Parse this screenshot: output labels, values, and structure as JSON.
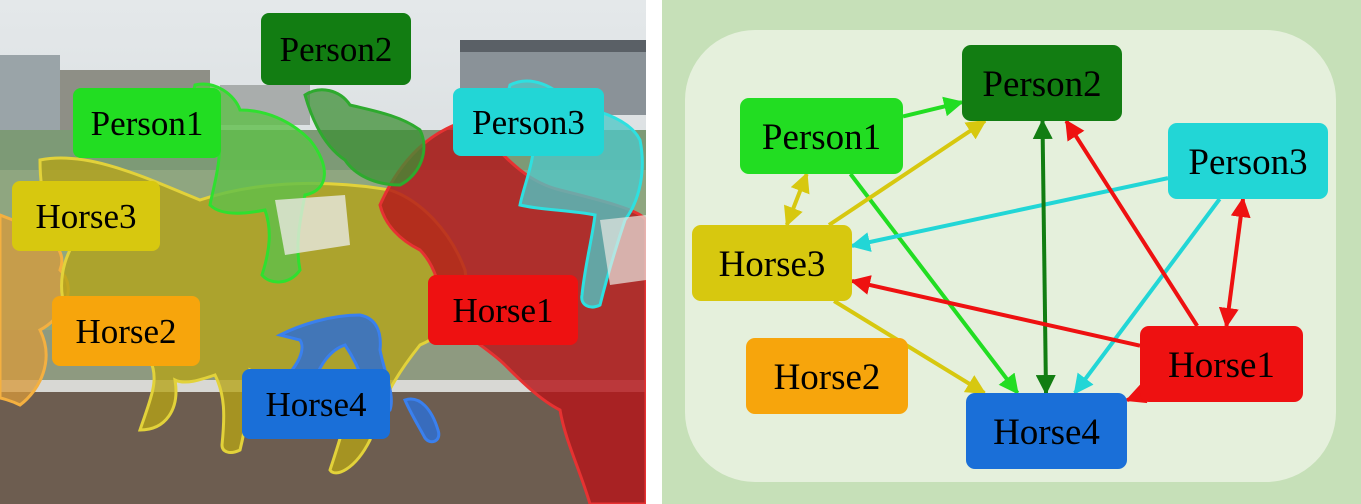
{
  "scene_panel": {
    "labels": [
      {
        "id": "person2",
        "text": "Person2",
        "fill": "#127d12",
        "text_color": "#000000"
      },
      {
        "id": "person1",
        "text": "Person1",
        "fill": "#22dd22",
        "text_color": "#000000"
      },
      {
        "id": "person3",
        "text": "Person3",
        "fill": "#22d6d6",
        "text_color": "#000000"
      },
      {
        "id": "horse3",
        "text": "Horse3",
        "fill": "#d7c80f",
        "text_color": "#000000"
      },
      {
        "id": "horse1",
        "text": "Horse1",
        "fill": "#ee1111",
        "text_color": "#000000"
      },
      {
        "id": "horse2",
        "text": "Horse2",
        "fill": "#f7a50c",
        "text_color": "#000000"
      },
      {
        "id": "horse4",
        "text": "Horse4",
        "fill": "#1a6fd8",
        "text_color": "#000000"
      }
    ]
  },
  "graph_panel": {
    "nodes": [
      {
        "id": "person2",
        "text": "Person2",
        "fill": "#127d12"
      },
      {
        "id": "person1",
        "text": "Person1",
        "fill": "#22dd22"
      },
      {
        "id": "person3",
        "text": "Person3",
        "fill": "#22d6d6"
      },
      {
        "id": "horse3",
        "text": "Horse3",
        "fill": "#d7c80f"
      },
      {
        "id": "horse2",
        "text": "Horse2",
        "fill": "#f7a50c"
      },
      {
        "id": "horse1",
        "text": "Horse1",
        "fill": "#ee1111"
      },
      {
        "id": "horse4",
        "text": "Horse4",
        "fill": "#1a6fd8"
      }
    ],
    "edges": [
      {
        "from": "person1",
        "to": "person2",
        "color": "#22dd22",
        "bidirectional": false
      },
      {
        "from": "person1",
        "to": "horse4",
        "color": "#22dd22",
        "bidirectional": false
      },
      {
        "from": "person1",
        "to": "horse3",
        "color": "#d7c80f",
        "bidirectional": true
      },
      {
        "from": "horse3",
        "to": "person2",
        "color": "#d7c80f",
        "bidirectional": false
      },
      {
        "from": "horse3",
        "to": "horse4",
        "color": "#d7c80f",
        "bidirectional": false
      },
      {
        "from": "person3",
        "to": "horse3",
        "color": "#22d6d6",
        "bidirectional": false
      },
      {
        "from": "person3",
        "to": "horse4",
        "color": "#22d6d6",
        "bidirectional": false
      },
      {
        "from": "person2",
        "to": "horse4",
        "color": "#127d12",
        "bidirectional": true
      },
      {
        "from": "horse1",
        "to": "person2",
        "color": "#ee1111",
        "bidirectional": false
      },
      {
        "from": "horse1",
        "to": "horse3",
        "color": "#ee1111",
        "bidirectional": false
      },
      {
        "from": "horse1",
        "to": "horse4",
        "color": "#ee1111",
        "bidirectional": false
      },
      {
        "from": "horse1",
        "to": "person3",
        "color": "#ee1111",
        "bidirectional": true
      }
    ]
  }
}
